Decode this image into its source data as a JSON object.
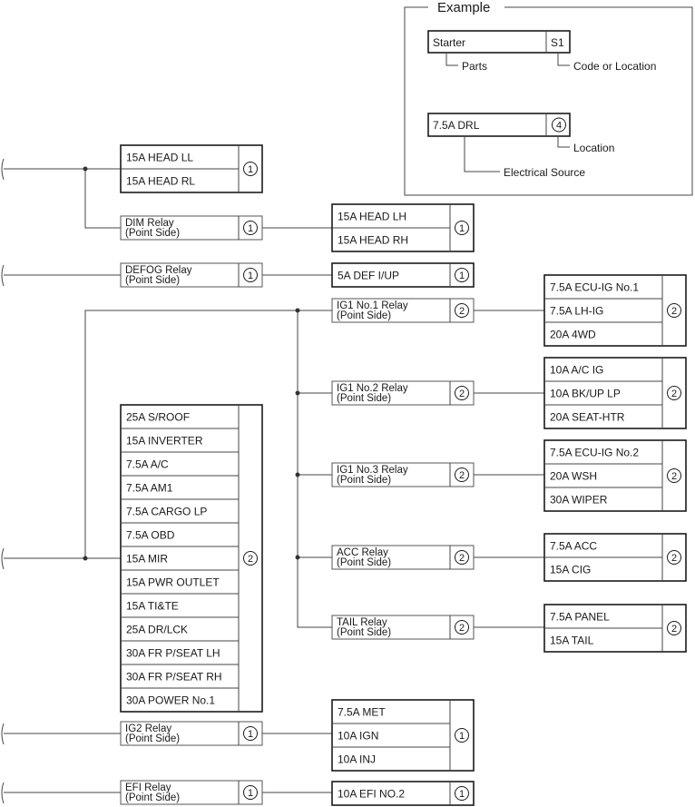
{
  "example": {
    "title": "Example",
    "starter_label": "Starter",
    "starter_code": "S1",
    "parts_caption": "Parts",
    "code_caption": "Code or Location",
    "drl_label": "7.5A DRL",
    "drl_location": "4",
    "location_caption": "Location",
    "source_caption": "Electrical Source"
  },
  "head_fuses": {
    "items": [
      "15A HEAD LL",
      "15A HEAD RL"
    ],
    "location": "1"
  },
  "dim_relay": {
    "line1": "DIM Relay",
    "line2": "(Point Side)",
    "location": "1"
  },
  "head_h_fuses": {
    "items": [
      "15A HEAD LH",
      "15A HEAD RH"
    ],
    "location": "1"
  },
  "defog_relay": {
    "line1": "DEFOG Relay",
    "line2": "(Point Side)",
    "location": "1"
  },
  "def_fuse": {
    "items": [
      "5A DEF I/UP"
    ],
    "location": "1"
  },
  "main_fuses": {
    "items": [
      "25A S/ROOF",
      "15A INVERTER",
      "7.5A A/C",
      "7.5A AM1",
      "7.5A CARGO LP",
      "7.5A OBD",
      "15A MIR",
      "15A PWR OUTLET",
      "15A TI&TE",
      "25A DR/LCK",
      "30A FR P/SEAT LH",
      "30A FR P/SEAT RH",
      "30A POWER No.1"
    ],
    "location": "2"
  },
  "ig1_1_relay": {
    "line1": "IG1 No.1 Relay",
    "line2": "(Point Side)",
    "location": "2"
  },
  "ig1_1_fuses": {
    "items": [
      "7.5A ECU-IG No.1",
      "7.5A LH-IG",
      "20A 4WD"
    ],
    "location": "2"
  },
  "ig1_2_relay": {
    "line1": "IG1 No.2 Relay",
    "line2": "(Point Side)",
    "location": "2"
  },
  "ig1_2_fuses": {
    "items": [
      "10A A/C IG",
      "10A BK/UP LP",
      "20A SEAT-HTR"
    ],
    "location": "2"
  },
  "ig1_3_relay": {
    "line1": "IG1 No.3 Relay",
    "line2": "(Point Side)",
    "location": "2"
  },
  "ig1_3_fuses": {
    "items": [
      "7.5A ECU-IG No.2",
      "20A WSH",
      "30A WIPER"
    ],
    "location": "2"
  },
  "acc_relay": {
    "line1": "ACC Relay",
    "line2": "(Point Side)",
    "location": "2"
  },
  "acc_fuses": {
    "items": [
      "7.5A ACC",
      "15A CIG"
    ],
    "location": "2"
  },
  "tail_relay": {
    "line1": "TAIL Relay",
    "line2": "(Point Side)",
    "location": "2"
  },
  "tail_fuses": {
    "items": [
      "7.5A PANEL",
      "15A TAIL"
    ],
    "location": "2"
  },
  "ig2_relay": {
    "line1": "IG2 Relay",
    "line2": "(Point Side)",
    "location": "1"
  },
  "ig2_fuses": {
    "items": [
      "7.5A MET",
      "10A IGN",
      "10A INJ"
    ],
    "location": "1"
  },
  "efi_relay": {
    "line1": "EFI Relay",
    "line2": "(Point Side)",
    "location": "1"
  },
  "efi_fuse": {
    "items": [
      "10A EFI NO.2"
    ],
    "location": "1"
  }
}
